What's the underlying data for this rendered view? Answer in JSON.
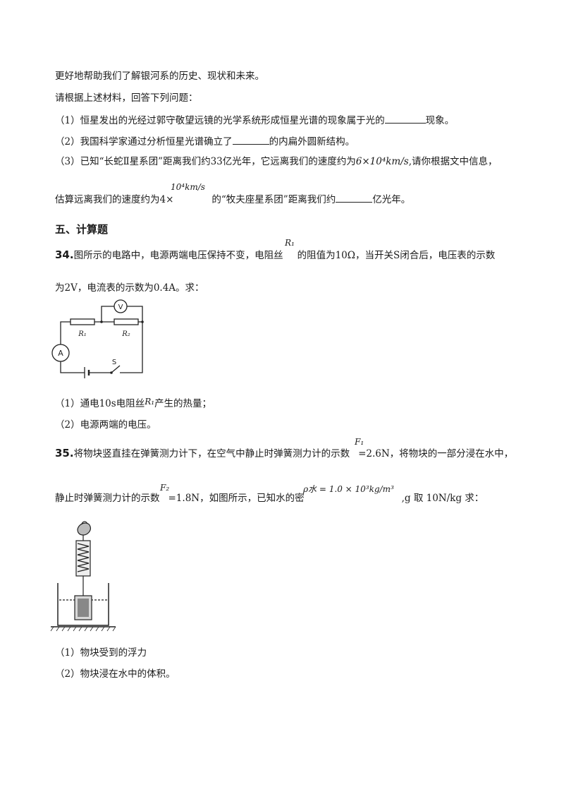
{
  "material_end": "更好地帮助我们了解银河系的历史、现状和未来。",
  "prompt": "请根据上述材料，回答下列问题：",
  "q33": {
    "p1_pre": "（1）恒星发出的光经过郭守敬望远镜的光学系统形成恒星光谱的现象属于光的",
    "p1_post": "现象。",
    "p2_pre": "（2）我国科学家通过分析恒星光谱确立了",
    "p2_post": "的内扁外圆新结构。",
    "p3_pre": "（3）已知“长蛇Ⅱ星系团”距离我们约33亿光年，它远离我们的速度约为",
    "p3_speed": "6×10⁴km/s",
    "p3_post": ",请你根据文中信息，",
    "p3b_pre": "估算远离我们的速度约为4×",
    "p3b_exp": "10⁴km/s",
    "p3b_mid": "的“牧夫座星系团”距离我们约",
    "p3b_post": "亿光年。"
  },
  "section5_title": "五、计算题",
  "q34": {
    "num": "34.",
    "line1_pre": "图所示的电路中，电源两端电压保持不变，电阻丝",
    "r1_symbol": "R₁",
    "line1_post": "的阻值为10Ω，当开关S闭合后，电压表的示数",
    "line2": "为2V，电流表的示数为0.4A。求：",
    "sub1_pre": "（1）通电10s电阻丝",
    "sub1_sym": "R₁",
    "sub1_post": "产生的热量；",
    "sub2": "（2）电源两端的电压。",
    "circuit_labels": {
      "ammeter": "A",
      "voltmeter": "V",
      "r1": "R₁",
      "r2": "R₂",
      "switch": "S"
    }
  },
  "q35": {
    "num": "35.",
    "line1_pre": "将物块竖直挂在弹簧测力计下，在空气中静止时弹簧测力计的示数",
    "f1_symbol": "F₁",
    "line1_post": "=2.6N，将物块的一部分浸在水中，",
    "line2_pre": "静止时弹簧测力计的示数",
    "f2_symbol": "F₂",
    "line2_mid": "=1.8N，如图所示，已知水的密",
    "rho_formula": "ρ水 = 1.0 × 10³kg/m³",
    "line2_post": ",g 取 10N/kg 求：",
    "sub1": "（1）物块受到的浮力",
    "sub2": "（2）物块浸在水中的体积。"
  }
}
